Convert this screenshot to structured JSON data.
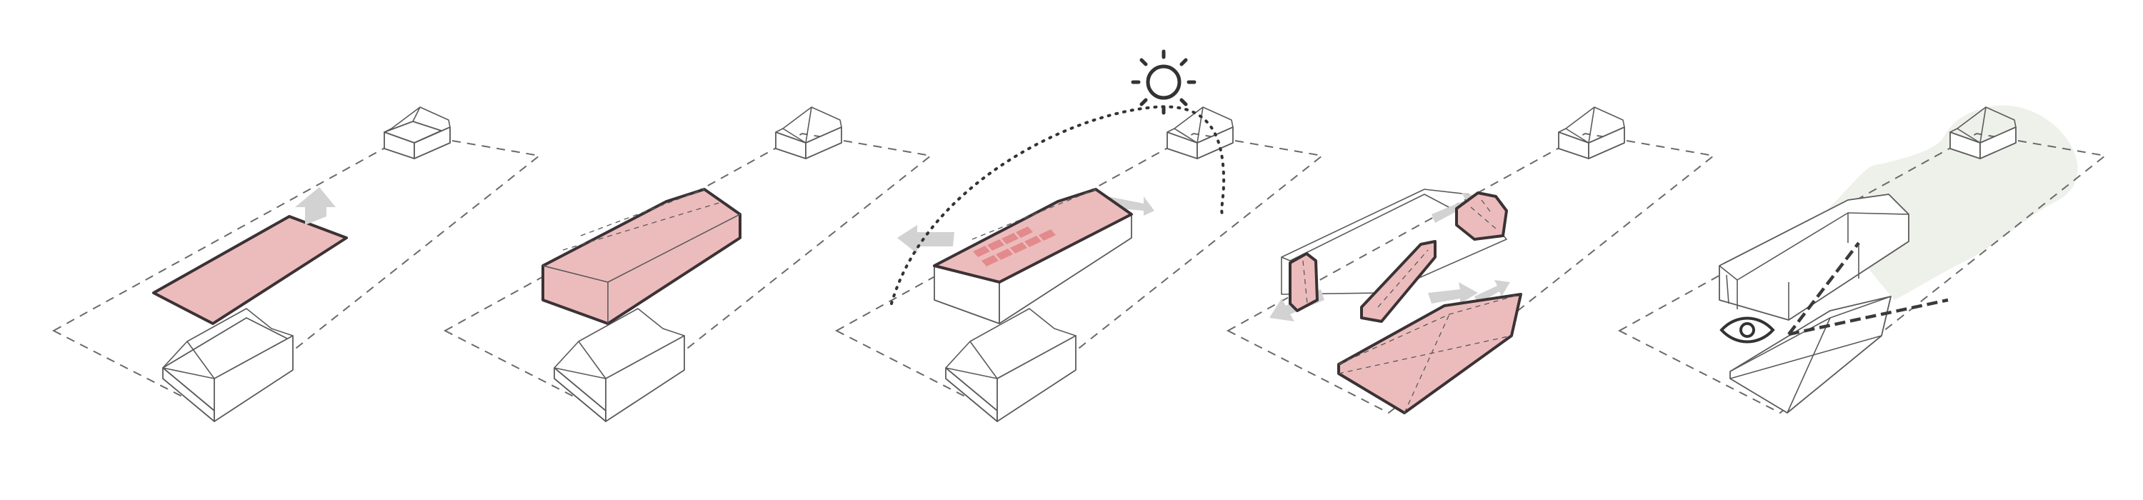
{
  "diagram": {
    "panels": [
      {
        "id": "plot",
        "description": ""
      },
      {
        "id": "volume",
        "description": ""
      },
      {
        "id": "sun-orientation",
        "description": ""
      },
      {
        "id": "split",
        "description": ""
      },
      {
        "id": "views",
        "description": ""
      }
    ]
  },
  "colors": {
    "highlight_fill": "#ecbcbc",
    "highlight_stroke": "#3b3235",
    "outline": "#5a5a5a",
    "arrow": "#d2d2d2",
    "solar_panel": "#e38a8d",
    "landscape": "#eef0ea"
  },
  "icons": [
    "sun-icon",
    "eye-icon",
    "arrow-icon"
  ]
}
